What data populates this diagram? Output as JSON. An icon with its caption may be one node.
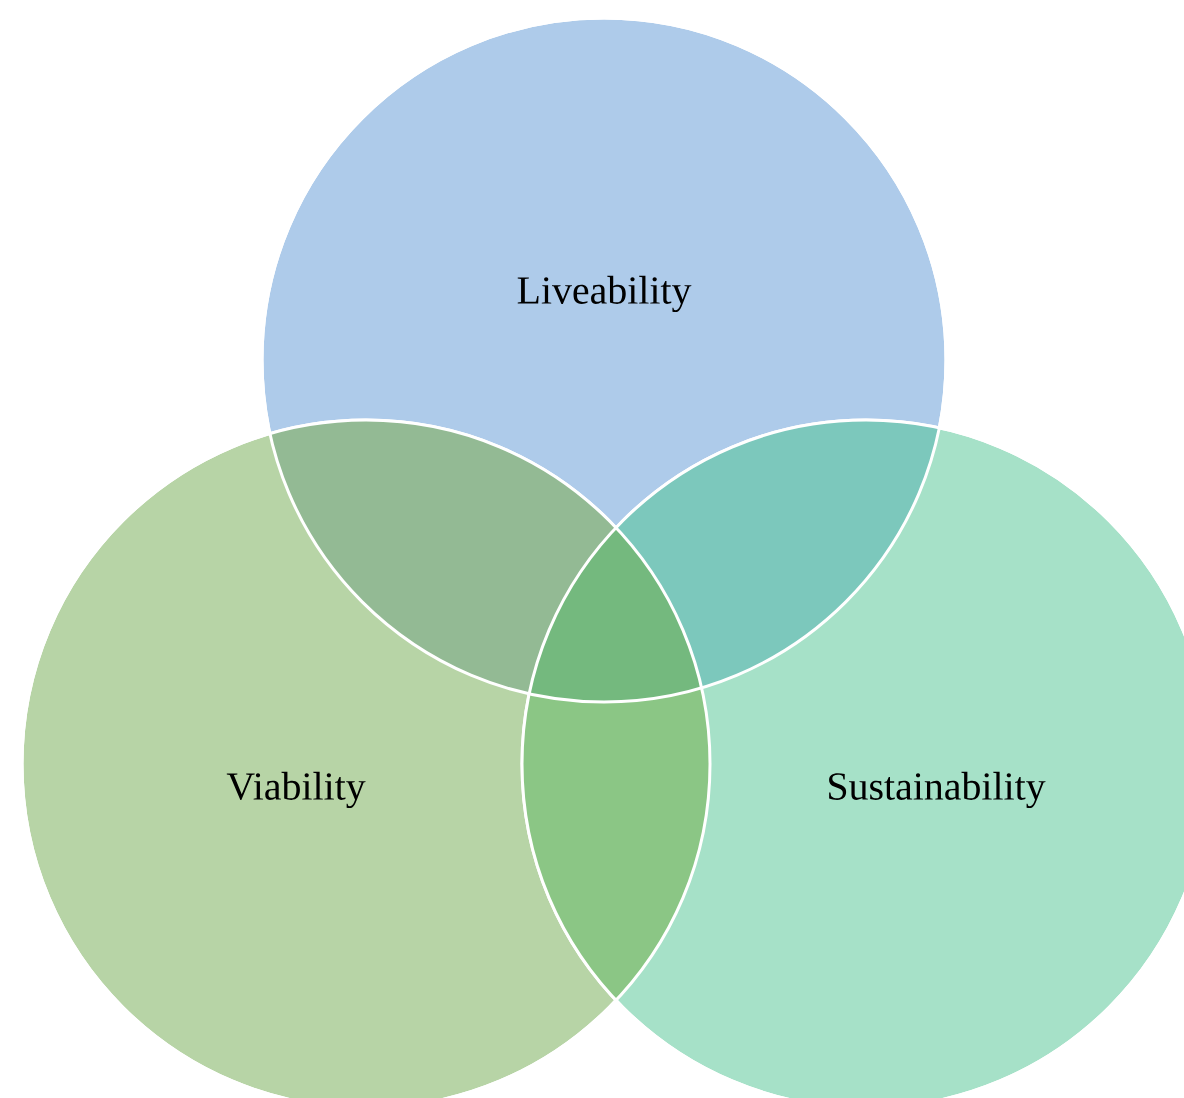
{
  "diagram": {
    "nodes": [
      {
        "text": [
          "Liveability"
        ]
      },
      {
        "text": [
          "Viability"
        ]
      },
      {
        "text": [
          "Sustainability"
        ]
      }
    ]
  }
}
